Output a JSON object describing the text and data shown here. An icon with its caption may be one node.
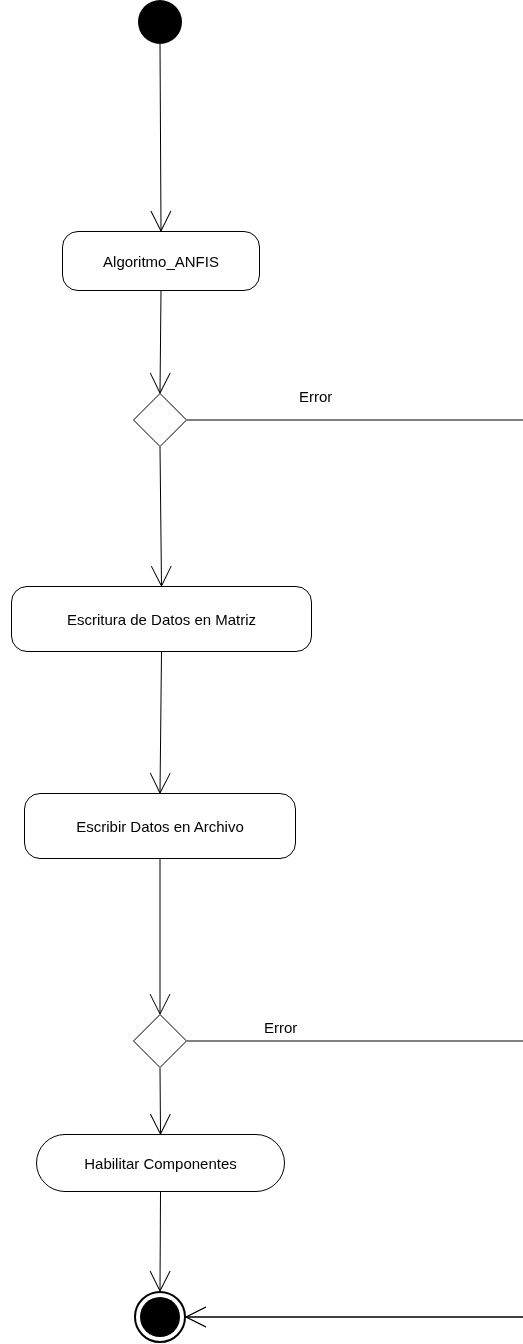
{
  "diagram": {
    "nodes": [
      {
        "text": [],
        "shape": "circle"
      },
      {
        "text": [
          "Algoritmo_ANFIS"
        ]
      },
      {
        "text": [],
        "shape": "diamond"
      },
      {
        "text": [
          "Escritura de Datos en Matriz"
        ]
      },
      {
        "text": [
          "Escribir Datos en Archivo"
        ]
      },
      {
        "text": [],
        "shape": "diamond"
      },
      {
        "text": [
          "Habilitar Componentes"
        ]
      },
      {
        "text": [],
        "shape": "circle"
      }
    ],
    "edges": [
      {
        "from": 0,
        "to": 1,
        "arrow": "to"
      },
      {
        "from": 1,
        "to": 2,
        "arrow": "to"
      },
      {
        "from": 2,
        "to": 3,
        "arrow": "to"
      },
      {
        "from": 3,
        "to": 4,
        "arrow": "to"
      },
      {
        "from": 4,
        "to": 5,
        "arrow": "to"
      },
      {
        "from": 5,
        "to": 6,
        "arrow": "to"
      },
      {
        "from": 6,
        "to": 7,
        "arrow": "to"
      },
      {
        "from": 2,
        "to": 7,
        "arrow": "to",
        "label": "Error"
      },
      {
        "from": 5,
        "to": 7,
        "arrow": "to",
        "label": "Error"
      }
    ]
  }
}
